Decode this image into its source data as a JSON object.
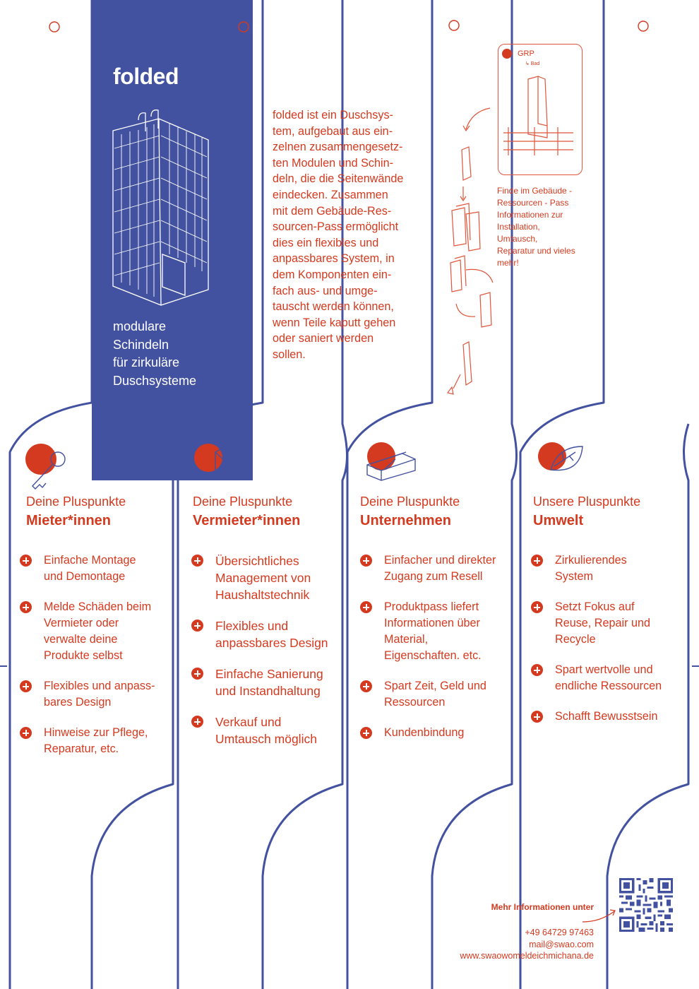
{
  "brand": "folded",
  "tagline": [
    "modulare",
    "Schindeln",
    "für zirkuläre",
    "Duschsysteme"
  ],
  "intro": [
    "folded ist ein Duschsys-",
    "tem, aufgebaut aus ein-",
    "zelnen zusammengesetz-",
    "ten Modulen und Schin-",
    "deln, die die Seitenwände",
    "eindecken. Zusammen",
    "mit dem Gebäude-Res-",
    "sourcen-Pass ermöglicht",
    "dies ein flexibles und",
    "anpassbares System, in",
    "dem Komponenten ein-",
    "fach aus- und umge-",
    "tauscht werden können,",
    "wenn Teile kaputt gehen",
    "oder saniert werden",
    "sollen."
  ],
  "grp_card": {
    "title": "GRP",
    "subtitle": "↳ Bad"
  },
  "side_note": [
    "Finde im Gebäude -",
    "Ressourcen - Pass",
    "Informationen zur",
    "Installation,",
    "Umtausch,",
    "Reparatur und vieles",
    "mehr!"
  ],
  "columns": [
    {
      "pre": "Deine Pluspunkte",
      "head": "Mieter*innen",
      "icon": "key-icon",
      "items": [
        [
          "Einfache Montage",
          "und Demontage"
        ],
        [
          "Melde Schäden beim",
          "Vermieter oder",
          "verwalte deine",
          "Produkte selbst"
        ],
        [
          "Flexibles und anpass-",
          "bares Design"
        ],
        [
          "Hinweise zur Pflege,",
          "Reparatur, etc."
        ]
      ]
    },
    {
      "pre": "Deine Pluspunkte",
      "head": "Vermieter*innen",
      "icon": "house-icon",
      "items": [
        [
          "Übersichtliches",
          "Management von",
          "Haushaltstechnik"
        ],
        [
          "Flexibles und",
          "anpassbares Design"
        ],
        [
          "Einfache Sanierung",
          "und Instandhaltung"
        ],
        [
          "Verkauf und",
          "Umtausch möglich"
        ]
      ]
    },
    {
      "pre": "Deine Pluspunkte",
      "head": "Unternehmen",
      "icon": "building-icon",
      "items": [
        [
          "Einfacher und direkter",
          "Zugang zum Resell"
        ],
        [
          "Produktpass liefert",
          "Informationen über",
          "Material,",
          "Eigenschaften. etc."
        ],
        [
          "Spart Zeit, Geld und",
          "Ressourcen"
        ],
        [
          "Kundenbindung"
        ]
      ]
    },
    {
      "pre": "Unsere Pluspunkte",
      "head": "Umwelt",
      "icon": "leaf-icon",
      "items": [
        [
          "Zirkulierendes",
          "System"
        ],
        [
          "Setzt Fokus auf",
          "Reuse, Repair und",
          "Recycle"
        ],
        [
          "Spart wertvolle und",
          "endliche Ressourcen"
        ],
        [
          "Schafft Bewusstsein"
        ]
      ]
    }
  ],
  "contact": {
    "title": "Mehr Informationen unter",
    "lines": [
      "+49 64729 97463",
      "mail@swao.com",
      "www.swaowomeldeichmichana.de"
    ]
  },
  "colors": {
    "blue": "#4352a0",
    "red": "#d43a1f"
  }
}
